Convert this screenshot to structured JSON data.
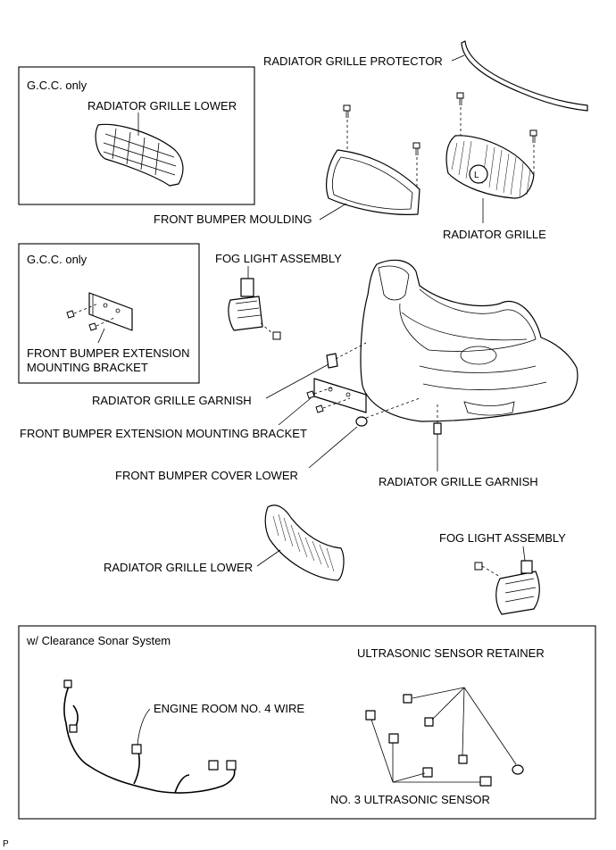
{
  "labels": {
    "radiator_grille_protector": "RADIATOR GRILLE PROTECTOR",
    "gcc_only_1": "G.C.C. only",
    "radiator_grille_lower_top": "RADIATOR GRILLE LOWER",
    "front_bumper_moulding": "FRONT BUMPER MOULDING",
    "radiator_grille": "RADIATOR GRILLE",
    "gcc_only_2": "G.C.C. only",
    "front_bumper_extension_bracket_line1": "FRONT BUMPER EXTENSION",
    "front_bumper_extension_bracket_line2": "MOUNTING BRACKET",
    "fog_light_assembly_left": "FOG LIGHT ASSEMBLY",
    "radiator_grille_garnish_left": "RADIATOR GRILLE GARNISH",
    "front_bumper_extension_mounting_bracket": "FRONT BUMPER EXTENSION MOUNTING BRACKET",
    "front_bumper_cover_lower": "FRONT BUMPER COVER LOWER",
    "radiator_grille_garnish_right": "RADIATOR GRILLE GARNISH",
    "radiator_grille_lower_bottom": "RADIATOR GRILLE LOWER",
    "fog_light_assembly_right": "FOG LIGHT ASSEMBLY",
    "clearance_sonar_system": "w/ Clearance Sonar System",
    "ultrasonic_sensor_retainer": "ULTRASONIC SENSOR RETAINER",
    "engine_room_no4_wire": "ENGINE ROOM NO. 4 WIRE",
    "no3_ultrasonic_sensor": "NO. 3 ULTRASONIC SENSOR",
    "corner_code": "P"
  }
}
